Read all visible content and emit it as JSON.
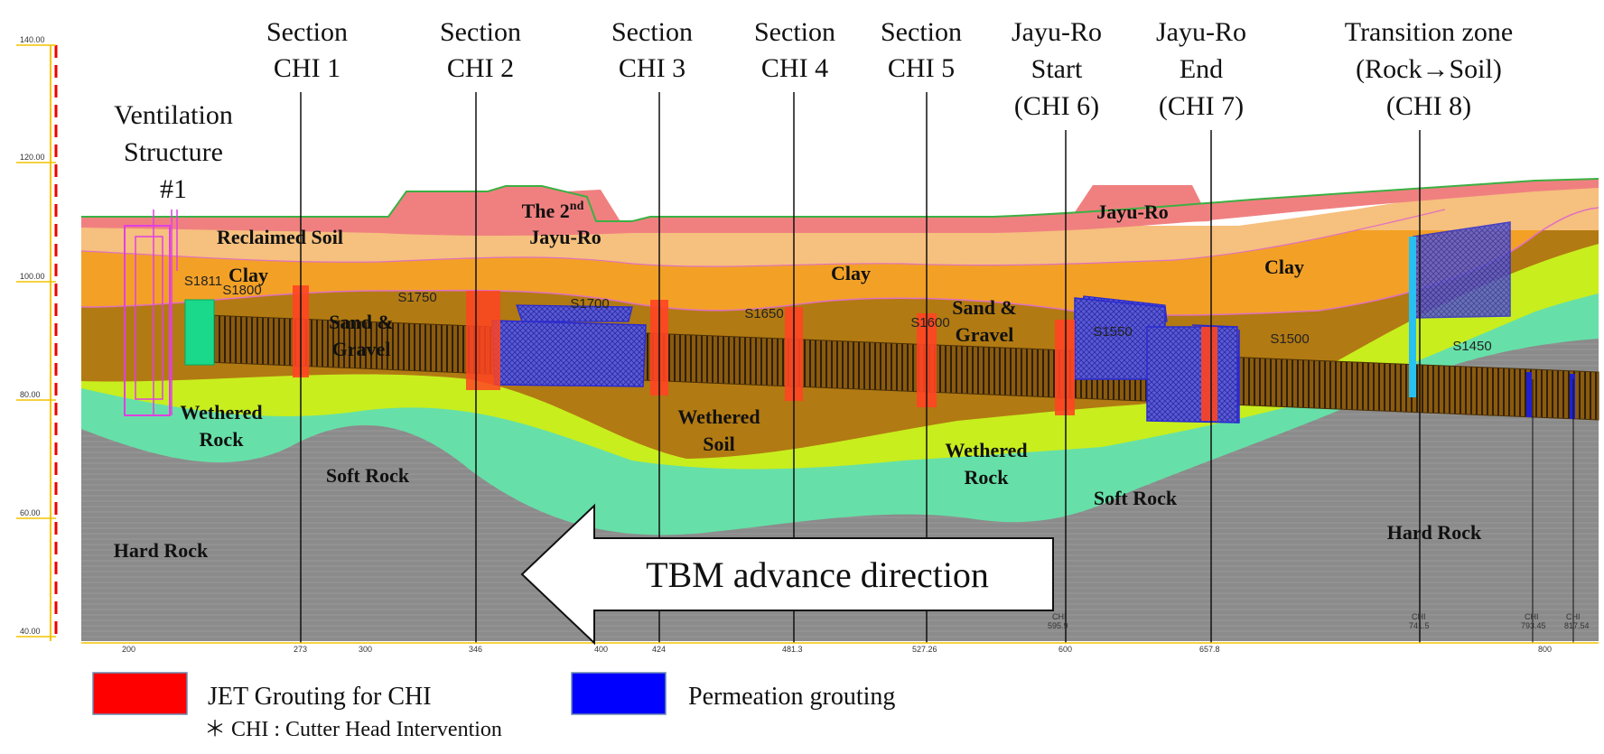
{
  "sections": [
    {
      "line1": "Section",
      "line2": "CHI 1"
    },
    {
      "line1": "Section",
      "line2": "CHI 2"
    },
    {
      "line1": "Section",
      "line2": "CHI 3"
    },
    {
      "line1": "Section",
      "line2": "CHI 4"
    },
    {
      "line1": "Section",
      "line2": "CHI 5"
    },
    {
      "line1": "Jayu-Ro",
      "line2": "Start",
      "line3": "(CHI 6)"
    },
    {
      "line1": "Jayu-Ro",
      "line2": "End",
      "line3": "(CHI 7)"
    },
    {
      "line1": "Transition zone",
      "line2": "(Rock→Soil)",
      "line3": "(CHI 8)"
    }
  ],
  "ventilation": {
    "line1": "Ventilation",
    "line2": "Structure",
    "line3": "#1"
  },
  "layers": {
    "reclaimed_soil": "Reclaimed Soil",
    "clay": "Clay",
    "sand_gravel_1": "Sand &",
    "sand_gravel_2": "Gravel",
    "wethered_rock_1": "Wethered",
    "wethered_rock_2": "Rock",
    "wethered_soil_1": "Wethered",
    "wethered_soil_2": "Soil",
    "soft_rock": "Soft Rock",
    "hard_rock": "Hard Rock",
    "jayuro": "Jayu-Ro",
    "second_jayuro_1": "The 2",
    "second_jayuro_sup": "nd",
    "second_jayuro_2": "Jayu-Ro"
  },
  "stations": [
    "S1811",
    "S1800",
    "S1750",
    "S1700",
    "S1650",
    "S1600",
    "S1550",
    "S1500",
    "S1450"
  ],
  "x_ticks": [
    "200",
    "273",
    "300",
    "346",
    "400",
    "424",
    "481.3",
    "527.26",
    "600",
    "657.8",
    "800"
  ],
  "y_ticks": [
    "140.00",
    "120.00",
    "100.00",
    "80.00",
    "60.00",
    "40.00"
  ],
  "chi_bottom_labels": [
    {
      "top": "CHI",
      "bottom": "595.9"
    },
    {
      "top": "CHI",
      "bottom": "741.5"
    },
    {
      "top": "CHI",
      "bottom": "793.45"
    },
    {
      "top": "CHI",
      "bottom": "817.54"
    }
  ],
  "arrow_label": "TBM advance direction",
  "legend": {
    "jet": {
      "label": "JET Grouting for CHI",
      "color": "#ff0000"
    },
    "perm": {
      "label": "Permeation grouting",
      "color": "#0000ff"
    },
    "note": "＊ CHI : Cutter Head Intervention"
  },
  "colors": {
    "reclaimed": "#f08080",
    "clay": "#f6c07e",
    "sand_gravel": "#f3a126",
    "wethered_soil": "#b27a12",
    "wethered_rock": "#c8ee1e",
    "soft_rock": "#66e0a8",
    "hard_rock": "#8b8b8b"
  }
}
